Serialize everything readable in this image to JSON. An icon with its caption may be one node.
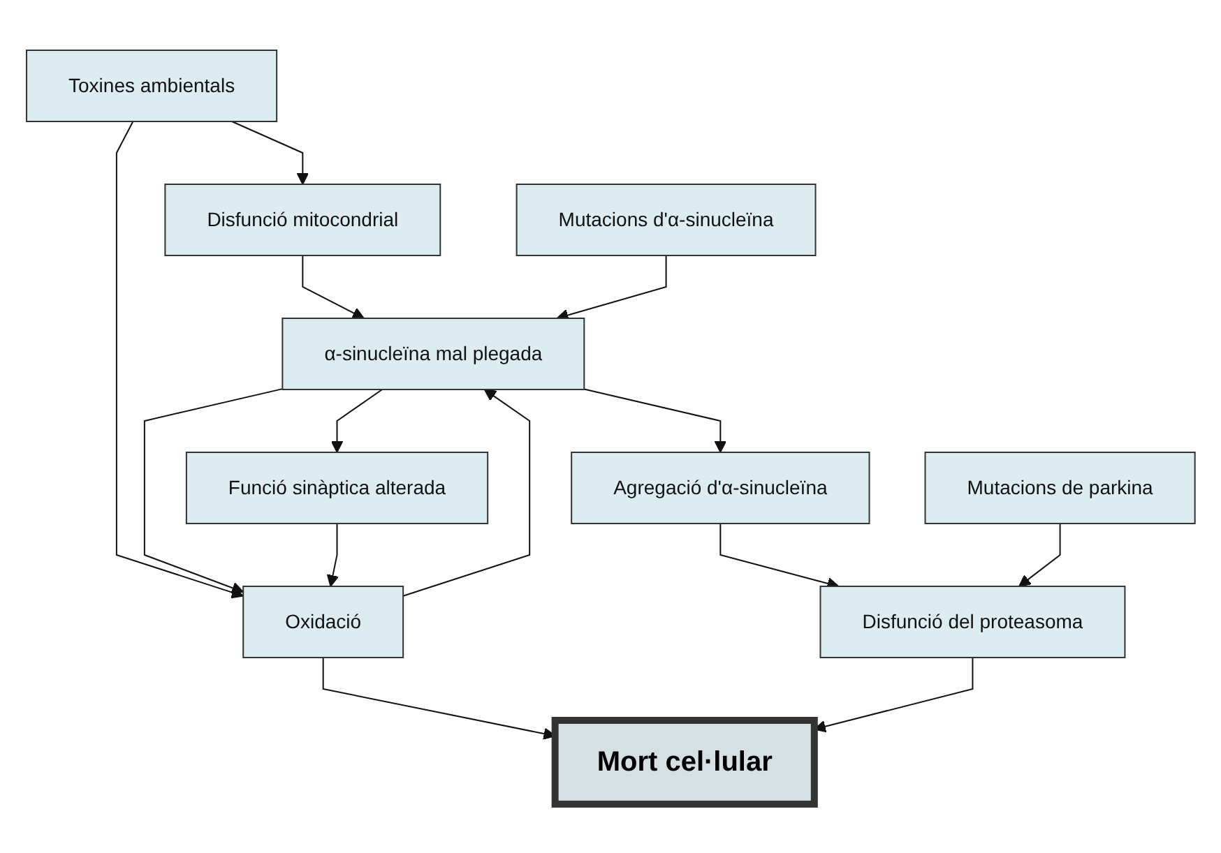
{
  "diagram": {
    "nodes": [
      {
        "text": [
          "Toxines ambientals"
        ]
      },
      {
        "text": [
          "Disfunció mitocondrial"
        ]
      },
      {
        "text": [
          "Mutacions d'α-sinucleïna"
        ]
      },
      {
        "text": [
          "Oxidació"
        ]
      },
      {
        "text": [
          "α-sinucleïna mal plegada"
        ]
      },
      {
        "text": [
          "Agregació d'α-sinucleïna"
        ]
      },
      {
        "text": [
          "Funció sinàptica alterada"
        ]
      },
      {
        "text": [
          "Disfunció del proteasoma"
        ]
      },
      {
        "text": [
          "Mort cel·lular"
        ]
      },
      {
        "text": [
          "Mutacions de parkina"
        ]
      }
    ],
    "edges": [
      {
        "from": 0,
        "to": 1,
        "arrow": "to"
      },
      {
        "from": 0,
        "to": 3,
        "arrow": "to"
      },
      {
        "from": 1,
        "to": 4,
        "arrow": "to"
      },
      {
        "from": 2,
        "to": 4,
        "arrow": "to"
      },
      {
        "from": 3,
        "to": 4,
        "arrow": "to"
      },
      {
        "from": 4,
        "to": 3,
        "arrow": "to"
      },
      {
        "from": 4,
        "to": 5,
        "arrow": "to"
      },
      {
        "from": 4,
        "to": 6,
        "arrow": "to"
      },
      {
        "from": 6,
        "to": 3,
        "arrow": "to"
      },
      {
        "from": 5,
        "to": 7,
        "arrow": "to"
      },
      {
        "from": 3,
        "to": 8,
        "arrow": "to"
      },
      {
        "from": 7,
        "to": 8,
        "arrow": "to"
      },
      {
        "from": 9,
        "to": 7,
        "arrow": "to"
      }
    ]
  }
}
